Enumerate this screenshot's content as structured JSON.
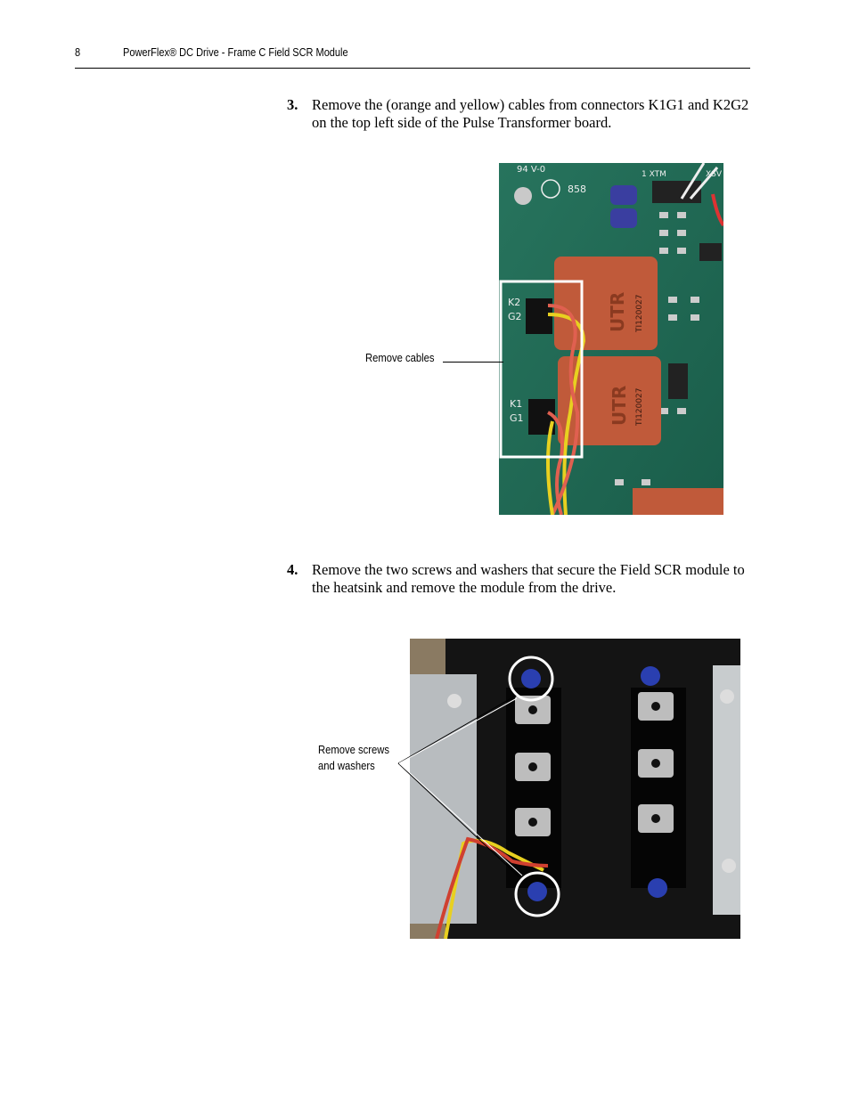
{
  "header": {
    "page_number": "8",
    "title": "PowerFlex® DC Drive - Frame C Field SCR Module"
  },
  "steps": [
    {
      "number": "3.",
      "text": "Remove the (orange and yellow) cables from connectors K1G1 and K2G2 on the top left side of the Pulse Transformer board.",
      "figure": {
        "callout": "Remove cables",
        "board_labels": {
          "k2": "K2",
          "g2": "G2",
          "k1": "K1",
          "g1": "G1",
          "top": "94 V-0",
          "xtm": "1 XTM",
          "code": "858",
          "xsv": "XSV",
          "transformer_brand": "UTR",
          "transformer_code": "TI120027"
        }
      }
    },
    {
      "number": "4.",
      "text": "Remove the two screws and washers that secure the Field SCR module to the heatsink and remove the module from the drive.",
      "figure": {
        "callout_line1": "Remove screws",
        "callout_line2": "and washers"
      }
    }
  ]
}
